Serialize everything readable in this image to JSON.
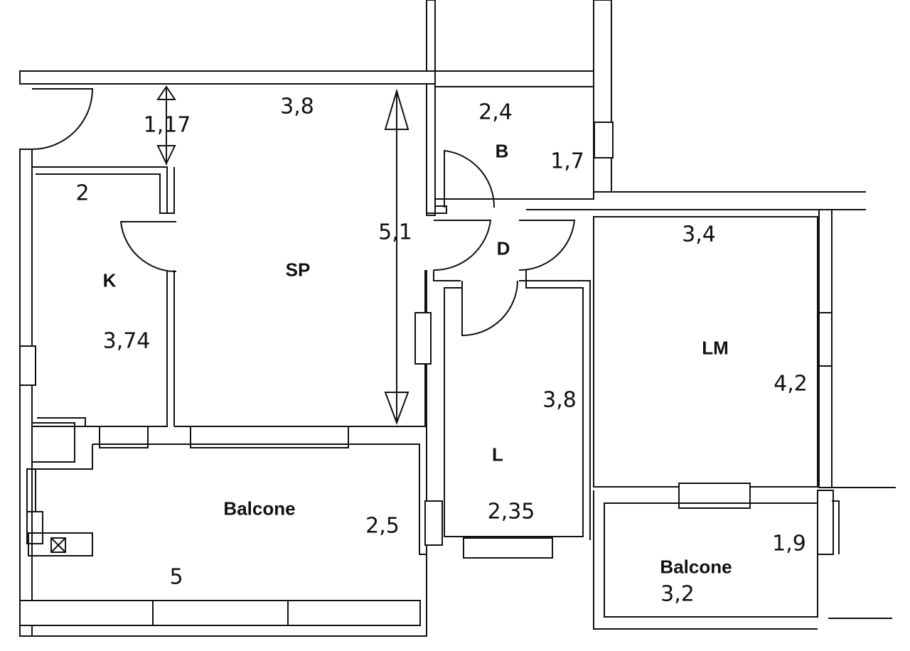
{
  "rooms": {
    "bathroom": "B",
    "kitchen": "K",
    "dining": "SP",
    "hall": "D",
    "living": "LM",
    "bedroom": "L",
    "balcony_left": "Balcone",
    "balcony_right": "Balcone"
  },
  "dimensions": {
    "entry_width": "1,17",
    "sp_width": "3,8",
    "sp_length": "5,1",
    "b_width": "2,4",
    "b_length": "1,7",
    "k_width": "2",
    "k_length": "3,74",
    "lm_width": "3,4",
    "lm_length": "4,2",
    "l_length": "3,8",
    "l_width": "2,35",
    "balcony_left_depth": "2,5",
    "balcony_left_width": "5",
    "balcony_right_depth": "1,9",
    "balcony_right_width": "3,2"
  }
}
